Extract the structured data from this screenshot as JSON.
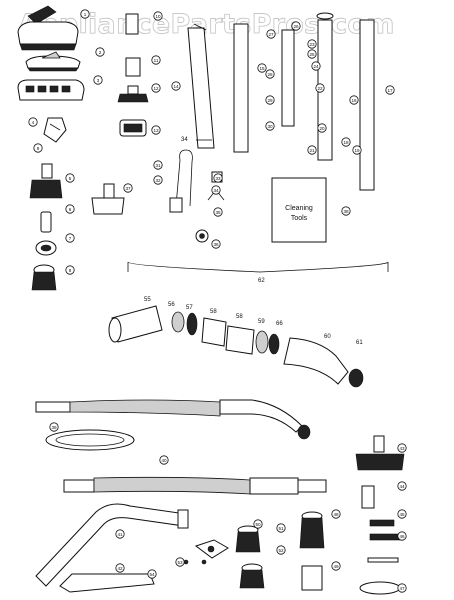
{
  "watermark": "AppliancePartsPros.com",
  "bag_label": {
    "line1": "Cleaning",
    "line2": "Tools"
  },
  "callouts": [
    "1",
    "2",
    "3",
    "4",
    "5",
    "6",
    "7",
    "8",
    "9",
    "10",
    "11",
    "12",
    "13",
    "14",
    "15",
    "16",
    "17",
    "18",
    "19",
    "20",
    "21",
    "22",
    "23",
    "24",
    "25",
    "26",
    "27",
    "28",
    "29",
    "30",
    "31",
    "32",
    "33",
    "34",
    "35",
    "36",
    "37",
    "38",
    "39",
    "40",
    "41",
    "42",
    "43",
    "44",
    "45",
    "46",
    "47",
    "48",
    "49",
    "50",
    "51",
    "52",
    "53",
    "54",
    "55",
    "56",
    "57",
    "58",
    "58",
    "59",
    "60",
    "61",
    "62"
  ],
  "wand_label": "34",
  "assembly_label": "62",
  "hose_labels": [
    "55",
    "56",
    "57",
    "58",
    "58",
    "59",
    "60",
    "61"
  ]
}
